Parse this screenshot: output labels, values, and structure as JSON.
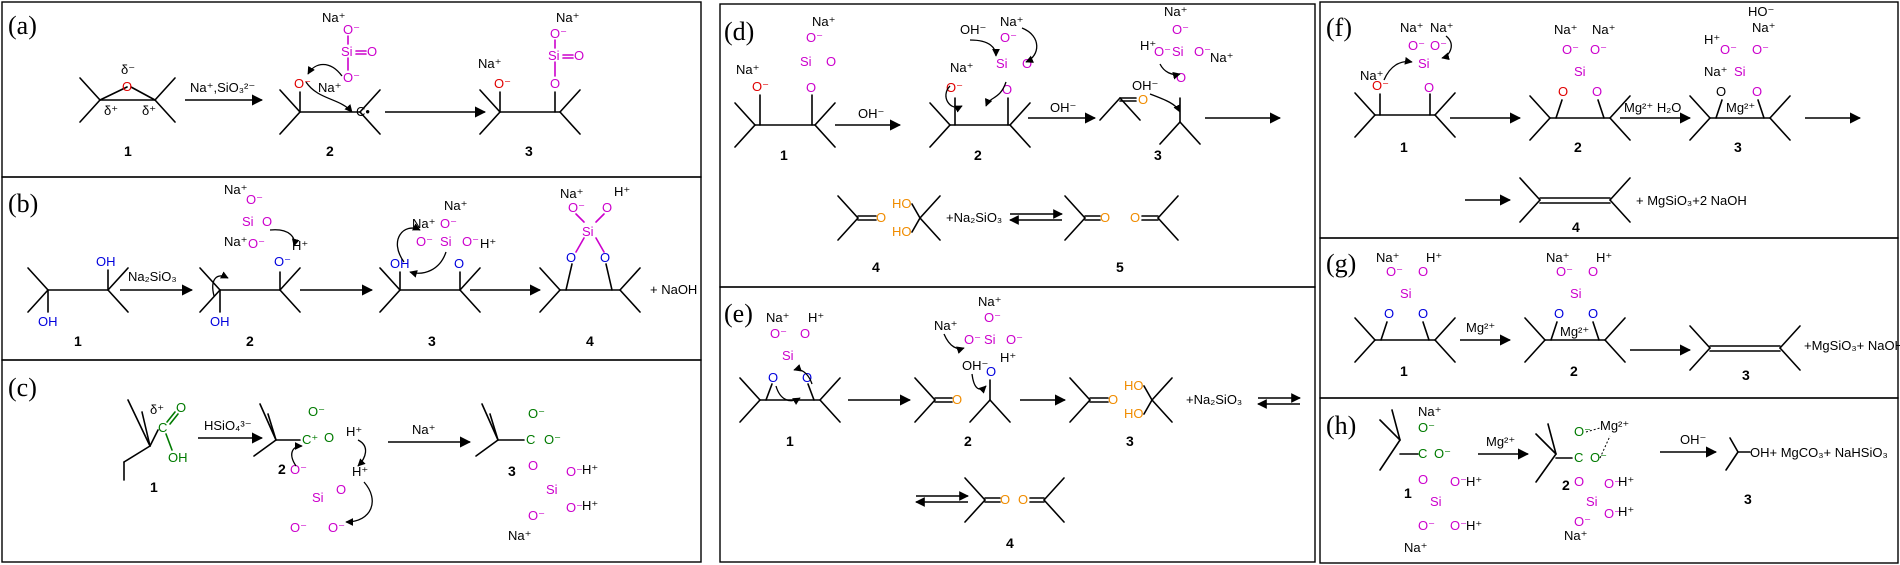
{
  "panels": {
    "a": {
      "label": "(a)",
      "reagent": "Na⁺,SiO₃²⁻",
      "nums": [
        "1",
        "2",
        "3"
      ]
    },
    "b": {
      "label": "(b)",
      "reagent": "Na₂SiO₃",
      "tail": "+ NaOH",
      "nums": [
        "1",
        "2",
        "3",
        "4"
      ]
    },
    "c": {
      "label": "(c)",
      "reagent": "HSiO₄³⁻",
      "reagent2": "Na⁺",
      "nums": [
        "1",
        "2",
        "3"
      ]
    },
    "d": {
      "label": "(d)",
      "reagent": "OH⁻",
      "reagent2": "OH⁻",
      "sideline": "+Na₂SiO₃",
      "nums": [
        "1",
        "2",
        "3",
        "4",
        "5"
      ]
    },
    "e": {
      "label": "(e)",
      "sideline": "+Na₂SiO₃",
      "nums": [
        "1",
        "2",
        "3",
        "4"
      ]
    },
    "f": {
      "label": "(f)",
      "reagent": "Mg²⁺ H₂O",
      "product": "+ MgSiO₃+2 NaOH",
      "nums": [
        "1",
        "2",
        "3",
        "4"
      ]
    },
    "g": {
      "label": "(g)",
      "reagent": "Mg²⁺",
      "product": "+MgSiO₃+ NaOH",
      "nums": [
        "1",
        "2",
        "3"
      ]
    },
    "h": {
      "label": "(h)",
      "reagent": "Mg²⁺",
      "reagent2": "OH⁻",
      "product": "OH+ MgCO₃+ NaHSiO₃",
      "nums": [
        "1",
        "2",
        "3"
      ]
    }
  },
  "atoms": {
    "Na": "Na⁺",
    "O": "O",
    "Om": "O⁻",
    "Si": "Si",
    "Hp": "H⁺",
    "OH": "OH",
    "HO": "HO",
    "OHm": "OH⁻",
    "HOm": "HO⁻",
    "C": "C",
    "Cp": "C⁺",
    "Cdot": "C•",
    "Mg": "Mg²⁺",
    "dm": "δ⁻",
    "dp": "δ⁺",
    "eq": "O"
  }
}
